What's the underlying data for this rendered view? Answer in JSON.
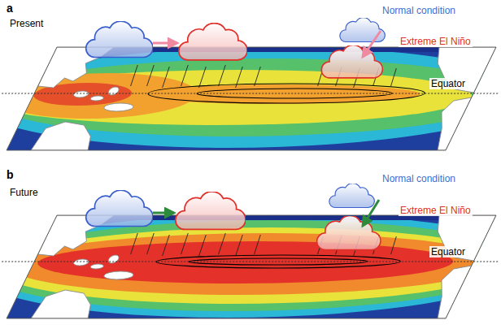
{
  "diagram": {
    "labels": [
      "a",
      "Present",
      "Normal condition",
      "Extreme El Niño",
      "Equator",
      "b",
      "Future",
      "Normal condition",
      "Extreme El Niño",
      "Equator"
    ]
  }
}
